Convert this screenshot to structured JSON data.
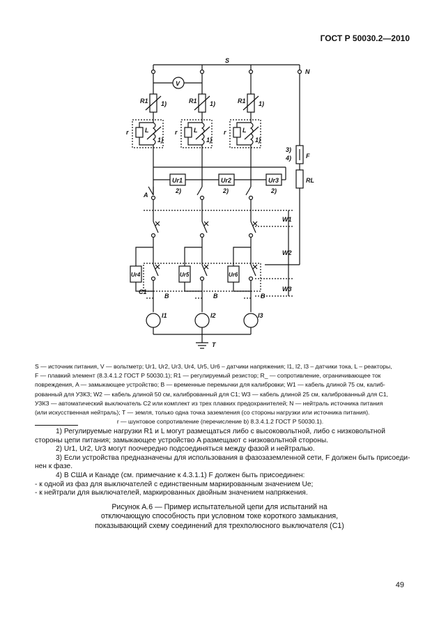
{
  "header": {
    "doc_id": "ГОСТ Р 50030.2—2010"
  },
  "diagram": {
    "labels": {
      "s": "S",
      "n": "N",
      "v": "V",
      "r1a": "R1",
      "r1b": "R1",
      "r1c": "R1",
      "n1a": "1)",
      "n1b": "1)",
      "n1c": "1)",
      "ra": "r",
      "rb": "r",
      "rc": "r",
      "la": "L",
      "lb": "L",
      "lc": "L",
      "n2a": "1)",
      "n2b": "1)",
      "n2c": "1)",
      "ur1": "Ur1",
      "ur2": "Ur2",
      "ur3": "Ur3",
      "m2a": "2)",
      "m2b": "2)",
      "m2c": "2)",
      "n3": "3)",
      "n4": "4)",
      "f": "F",
      "rl": "RL",
      "a": "A",
      "w1": "W1",
      "w2": "W2",
      "w3": "W3",
      "ur4": "Ur4",
      "ur5": "Ur5",
      "ur6": "Ur6",
      "c1": "C1",
      "ba": "B",
      "bb": "B",
      "bc": "B",
      "i1": "I1",
      "i2": "I2",
      "i3": "I3",
      "t": "T"
    }
  },
  "legend": {
    "lines": [
      "S — источник питания, V — вольтметр;   Ur1, Ur2, Ur3, Ur4, Ur5, Ur6 – датчики напряжения; I1, I2, I3 – датчики тока, L – реакторы,",
      "F — плавкий элемент (8.3.4.1.2 ГОСТ Р 50030.1); R1 — регулируемый резистор; R_ — сопротивление, ограничивающее ток",
      "повреждения, A — замыкающее устройство; B — временные перемычки для калибровки; W1 — кабель длиной 75 см, калиб-",
      "рованный для УЗКЗ; W2 — кабель длиной 50 см, калиброванный для C1; W3 — кабель длиной 25 см, калиброванный для C1,",
      "УЗКЗ — автоматический выключатель C2 или комплект из трех плавких предохранителей; N — нейтраль источника питания",
      "(или искусственная нейтраль); T — земля, только одна точка заземления (со стороны нагрузки или источника питания)."
    ],
    "last_line": "r — шунтовое сопротивление (перечисление b) 8.3.4.1.2 ГОСТ Р 50030.1)."
  },
  "footnotes": [
    "1) Регулируемые нагрузки R1 и L могут размещаться либо с высоковольтной, либо с низковольтной стороны цепи питания; замыкающее устройство A размещают с низковольтной стороны.",
    "2) Ur1, Ur2, Ur3 могут поочередно подсоединяться между фазой и нейтралью.",
    "3) Если устройства предназначены для использования в фазозаземленной сети, F должен быть присоеди-нен к фазе.",
    "4) В США и Канаде (см. примечание к 4.3.1.1) F должен быть присоединен:",
    "- к одной из фаз для выключателей с единственным маркированным значением Ue;",
    "- к нейтрали для выключателей, маркированных двойным значением напряжения."
  ],
  "caption": [
    "Рисунок А.6 — Пример испытательной цепи для испытаний на",
    "отключающую способность при условном токе короткого замыкания,",
    "показывающий схему соединений для трехполюсного выключателя (C1)"
  ],
  "page_number": "49"
}
